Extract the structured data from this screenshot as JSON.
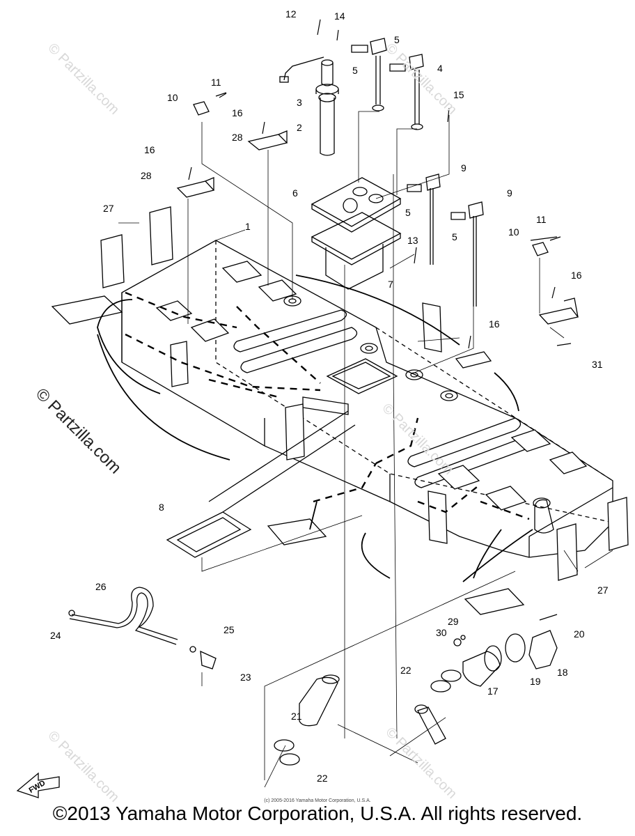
{
  "footer": {
    "copyright": "©2013 Yamaha Motor Corporation, U.S.A. All rights reserved.",
    "small_print": "(c) 2005-2016 Yamaha Motor Corporation, U.S.A."
  },
  "watermarks": {
    "main": "© Partzilla.com",
    "faint": "© Partzilla.com"
  },
  "fwd_label": "FWD",
  "callouts": {
    "c1": "1",
    "c2": "2",
    "c3": "3",
    "c4": "4",
    "c5a": "5",
    "c5b": "5",
    "c5c": "5",
    "c5d": "5",
    "c6": "6",
    "c7": "7",
    "c8": "8",
    "c9a": "9",
    "c9b": "9",
    "c10a": "10",
    "c10b": "10",
    "c11a": "11",
    "c11b": "11",
    "c12": "12",
    "c13": "13",
    "c14": "14",
    "c15": "15",
    "c16a": "16",
    "c16b": "16",
    "c16c": "16",
    "c16d": "16",
    "c17": "17",
    "c18": "18",
    "c19": "19",
    "c20": "20",
    "c21": "21",
    "c22a": "22",
    "c22b": "22",
    "c23": "23",
    "c24": "24",
    "c25": "25",
    "c26": "26",
    "c27a": "27",
    "c27b": "27",
    "c28a": "28",
    "c28b": "28",
    "c29": "29",
    "c30": "30",
    "c31": "31"
  }
}
